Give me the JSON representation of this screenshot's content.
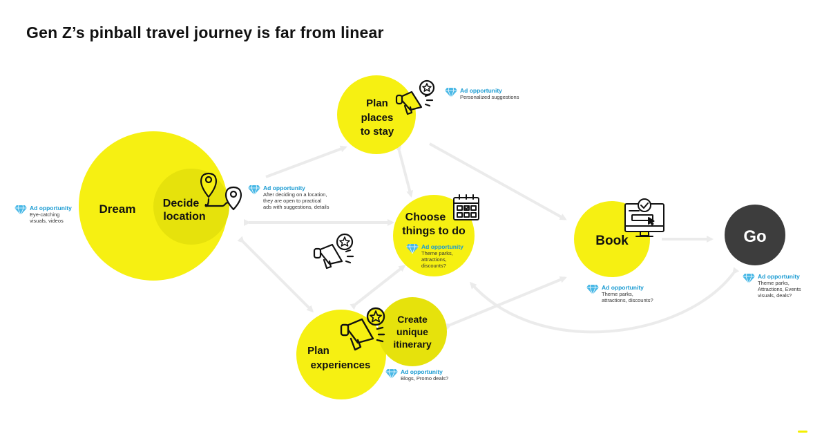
{
  "title": "Gen Z’s pinball travel journey is far from linear",
  "colors": {
    "yellow": "#f6f012",
    "yellow_inner": "#e6e20c",
    "dark": "#3d3d3d",
    "arrow": "#ebebeb",
    "ad_blue": "#1a9bd2",
    "gem_blue": "#49b8e6"
  },
  "nodes": {
    "dream": "Dream",
    "decide": [
      "Decide",
      "location"
    ],
    "plan_places": [
      "Plan",
      "places",
      "to stay"
    ],
    "choose": [
      "Choose",
      "things to do"
    ],
    "plan_exp": [
      "Plan",
      "experiences"
    ],
    "create": [
      "Create",
      "unique",
      "itinerary"
    ],
    "book": "Book",
    "go": "Go"
  },
  "ads": {
    "dream": {
      "title": "Ad opportunity",
      "desc": "Eye-catching\nvisuals, videos"
    },
    "decide": {
      "title": "Ad opportunity",
      "desc": "After deciding on a location,\nthey are open to practical\nads with suggestions, details"
    },
    "places": {
      "title": "Ad opportunity",
      "desc": "Personalized suggestions"
    },
    "choose": {
      "title": "Ad opportunity",
      "desc": "Theme parks,\nattractions,\ndiscounts?"
    },
    "create": {
      "title": "Ad opportunity",
      "desc": "Blogs, Promo deals?"
    },
    "book": {
      "title": "Ad opportunity",
      "desc": "Theme parks,\nattractions, discounts?"
    },
    "go": {
      "title": "Ad opportunity",
      "desc": "Theme parks,\nAttractions, Events\nvisuals, deals?"
    }
  },
  "icons": [
    "map-pin-route-icon",
    "megaphone-star-icon",
    "calendar-icon",
    "monitor-check-icon",
    "diamond-icon"
  ]
}
